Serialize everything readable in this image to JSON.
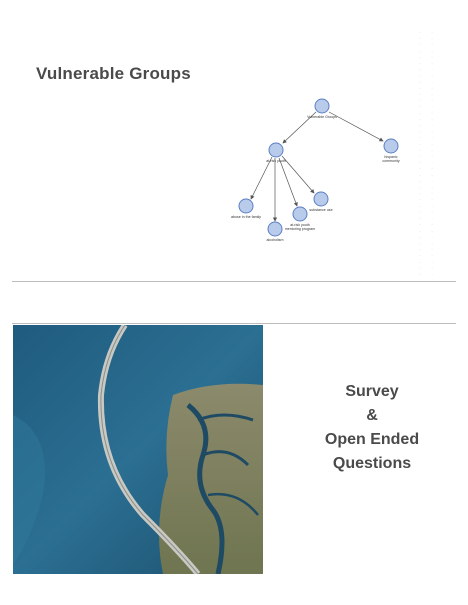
{
  "slide1": {
    "title": "Vulnerable Groups",
    "nodes": [
      {
        "id": "root",
        "label": "Vulnerable Groups",
        "label2": ""
      },
      {
        "id": "atrisk",
        "label": "at-risk youth",
        "label2": ""
      },
      {
        "id": "hispanic",
        "label": "hispanic",
        "label2": "community"
      },
      {
        "id": "abuse",
        "label": "abuse in the family",
        "label2": ""
      },
      {
        "id": "alcohol",
        "label": "alcoholism",
        "label2": ""
      },
      {
        "id": "mentoring",
        "label": "at-risk youth",
        "label2": "mentoring program"
      },
      {
        "id": "substance",
        "label": "substance use",
        "label2": ""
      }
    ]
  },
  "slide2": {
    "lines": [
      "Survey",
      "&",
      "Open Ended",
      "Questions"
    ]
  },
  "colors": {
    "node_fill": "#b9cbea",
    "node_stroke": "#5b7fc3",
    "title_text": "#4a4a4a",
    "divider": "#bdbdbd"
  }
}
